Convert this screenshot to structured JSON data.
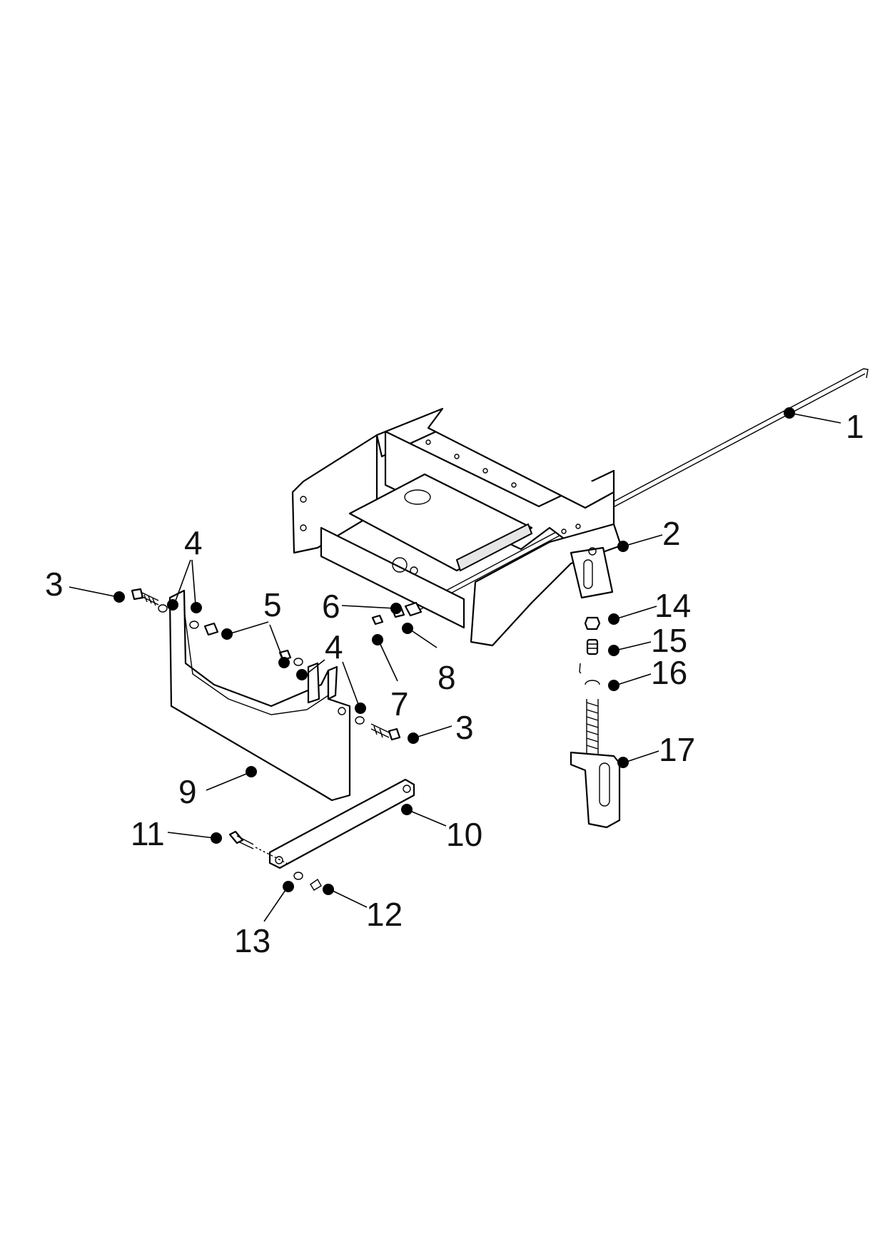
{
  "callouts": [
    {
      "id": "c1",
      "label": "1"
    },
    {
      "id": "c2",
      "label": "2"
    },
    {
      "id": "c3a",
      "label": "3"
    },
    {
      "id": "c3b",
      "label": "3"
    },
    {
      "id": "c4a",
      "label": "4"
    },
    {
      "id": "c4b",
      "label": "4"
    },
    {
      "id": "c5",
      "label": "5"
    },
    {
      "id": "c6",
      "label": "6"
    },
    {
      "id": "c7",
      "label": "7"
    },
    {
      "id": "c8",
      "label": "8"
    },
    {
      "id": "c9",
      "label": "9"
    },
    {
      "id": "c10",
      "label": "10"
    },
    {
      "id": "c11",
      "label": "11"
    },
    {
      "id": "c12",
      "label": "12"
    },
    {
      "id": "c13",
      "label": "13"
    },
    {
      "id": "c14",
      "label": "14"
    },
    {
      "id": "c15",
      "label": "15"
    },
    {
      "id": "c16",
      "label": "16"
    },
    {
      "id": "c17",
      "label": "17"
    }
  ]
}
